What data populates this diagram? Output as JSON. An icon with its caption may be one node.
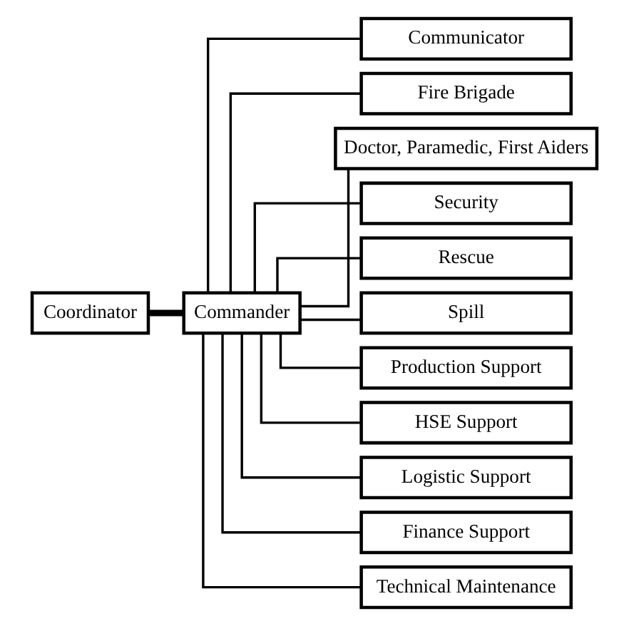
{
  "diagram": {
    "nodes": [
      {
        "text": [
          "Coordinator"
        ]
      },
      {
        "text": [
          "Commander"
        ]
      },
      {
        "text": [
          "Communicator"
        ]
      },
      {
        "text": [
          "Fire Brigade"
        ]
      },
      {
        "text": [
          "Doctor, Paramedic, First Aiders"
        ]
      },
      {
        "text": [
          "Security"
        ]
      },
      {
        "text": [
          "Rescue"
        ]
      },
      {
        "text": [
          "Spill"
        ]
      },
      {
        "text": [
          "Production Support"
        ]
      },
      {
        "text": [
          "HSE Support"
        ]
      },
      {
        "text": [
          "Logistic Support"
        ]
      },
      {
        "text": [
          "Finance Support"
        ]
      },
      {
        "text": [
          "Technical Maintenance"
        ]
      }
    ],
    "edges": [
      {
        "from": 0,
        "to": 1,
        "arrow": "none",
        "style": "thick"
      },
      {
        "from": 1,
        "to": 2,
        "arrow": "none"
      },
      {
        "from": 1,
        "to": 3,
        "arrow": "none"
      },
      {
        "from": 1,
        "to": 4,
        "arrow": "none"
      },
      {
        "from": 1,
        "to": 5,
        "arrow": "none"
      },
      {
        "from": 1,
        "to": 6,
        "arrow": "none"
      },
      {
        "from": 1,
        "to": 7,
        "arrow": "none"
      },
      {
        "from": 1,
        "to": 8,
        "arrow": "none"
      },
      {
        "from": 1,
        "to": 9,
        "arrow": "none"
      },
      {
        "from": 1,
        "to": 10,
        "arrow": "none"
      },
      {
        "from": 1,
        "to": 11,
        "arrow": "none"
      },
      {
        "from": 1,
        "to": 12,
        "arrow": "none"
      }
    ]
  }
}
